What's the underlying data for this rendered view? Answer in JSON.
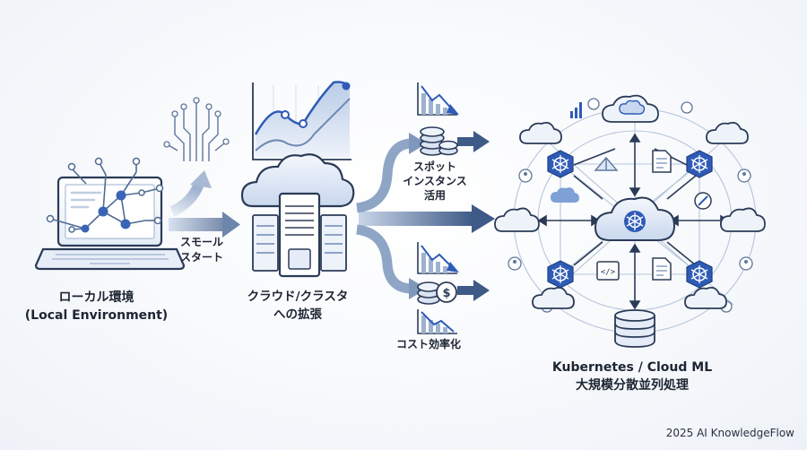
{
  "labels": {
    "local": [
      "ローカル環境",
      "(Local Environment)"
    ],
    "small_start": [
      "スモール",
      "スタート"
    ],
    "cloud_cluster": [
      "クラウド/クラスタ",
      "への拡張"
    ],
    "spot_instance": [
      "スポット",
      "インスタンス",
      "活用"
    ],
    "cost_efficiency": "コスト効率化",
    "kubernetes": [
      "Kubernetes / Cloud ML",
      "大規模分散並列処理"
    ]
  },
  "footer": "2025 AI KnowledgeFlow",
  "icons": {
    "laptop": "laptop-icon",
    "neural_network": "network-graph-icon",
    "circuit": "circuit-tree-icon",
    "line_chart": "line-chart-icon",
    "cloud_server": "cloud-server-icon",
    "coins": "coin-stack-icon",
    "dollar_coin": "dollar-coin-icon",
    "down_chart": "downtrend-chart-icon",
    "kubernetes": "kubernetes-helm-icon",
    "database": "database-icon",
    "user": "user-icon",
    "document": "document-icon",
    "code": "code-window-icon",
    "brain": "brain-icon",
    "bar_chart": "bar-chart-icon"
  },
  "colors": {
    "primary_blue": "#2f5bb7",
    "navy": "#243a63",
    "light_blue": "#dbe6f6",
    "arrow_gray": "#5f7a9e",
    "outline": "#2b3b57"
  }
}
